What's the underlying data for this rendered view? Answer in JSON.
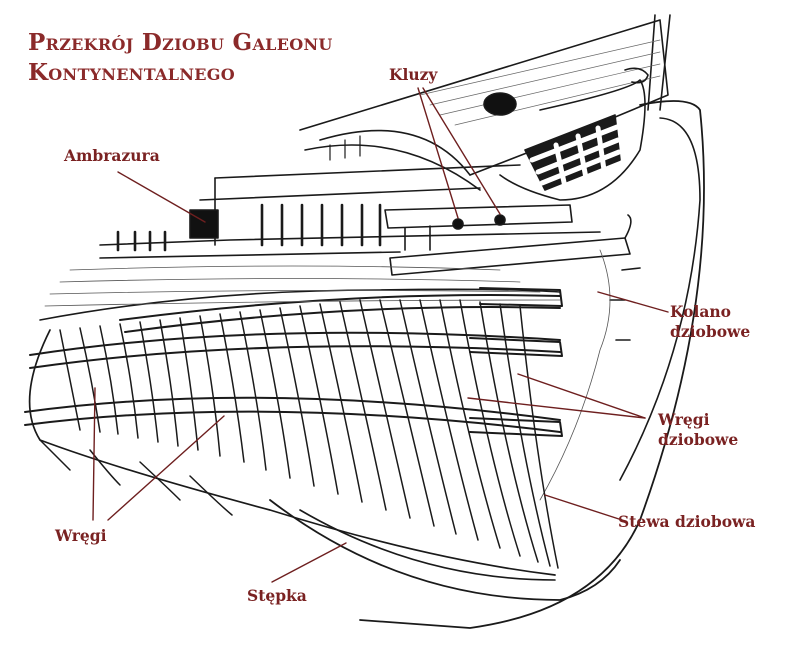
{
  "title": {
    "line1": "Przekrój Dziobu Galeonu",
    "line2": "Kontynentalnego"
  },
  "labels": {
    "ambrazura": "Ambrazura",
    "kluzy": "Kluzy",
    "kolano": [
      "Kolano",
      "dziobowe"
    ],
    "wregi_dziobowe": [
      "Wręgi",
      "dziobowe"
    ],
    "stewa": "Stewa dziobowa",
    "wregi": "Wręgi",
    "stepka": "Stępka"
  },
  "colors": {
    "label_text": "#7a2222",
    "leader_line": "#6e1f1f",
    "ink": "#1a1a1a"
  }
}
